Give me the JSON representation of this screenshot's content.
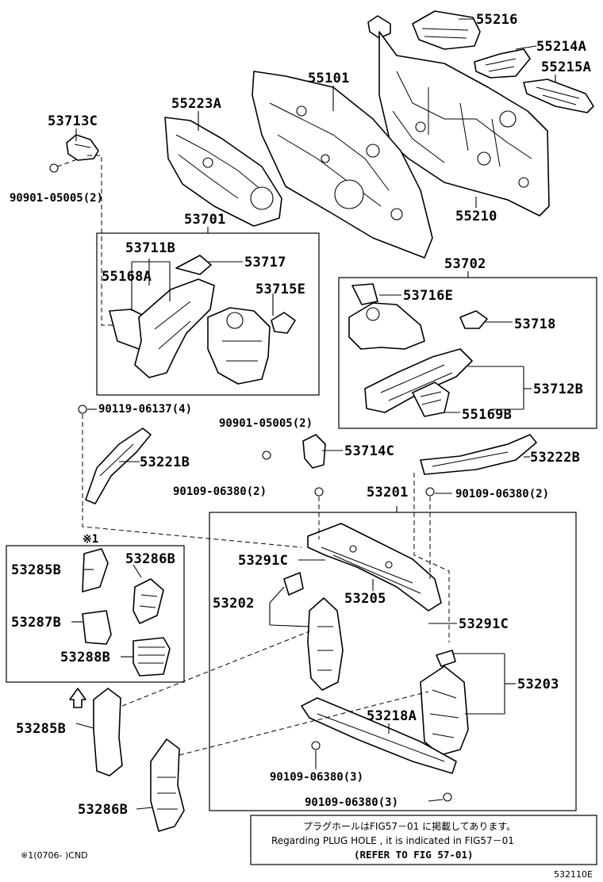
{
  "labels": {
    "p55216": "55216",
    "p55214A": "55214A",
    "p55215A": "55215A",
    "p55101": "55101",
    "p55223A": "55223A",
    "p53713C": "53713C",
    "p90901_05005_2a": "90901-05005(2)",
    "p55210": "55210",
    "p53701": "53701",
    "p53711B": "53711B",
    "p53717": "53717",
    "p55168A": "55168A",
    "p53715E": "53715E",
    "p53702": "53702",
    "p53716E": "53716E",
    "p53718": "53718",
    "p53712B": "53712B",
    "p55169B": "55169B",
    "p90119_06137_4": "90119-06137(4)",
    "p90901_05005_2b": "90901-05005(2)",
    "p53714C": "53714C",
    "p53221B": "53221B",
    "p53222B": "53222B",
    "p90109_06380_2a": "90109-06380(2)",
    "p53201": "53201",
    "p90109_06380_2b": "90109-06380(2)",
    "mark1": "※1",
    "p53285B_a": "53285B",
    "p53286B_a": "53286B",
    "p53287B": "53287B",
    "p53288B": "53288B",
    "p53291C_a": "53291C",
    "p53202": "53202",
    "p53205": "53205",
    "p53291C_b": "53291C",
    "p53203": "53203",
    "p53285B_b": "53285B",
    "p53218A": "53218A",
    "p90109_06380_3a": "90109-06380(3)",
    "p90109_06380_3b": "90109-06380(3)",
    "p53286B_b": "53286B"
  },
  "notes": {
    "jp": "プラグホールはFIG57－01 に掲載してあります。",
    "en": "Regarding  PLUG HOLE , it is indicated in  FIG57－01",
    "refer": "(REFER TO FIG 57-01)"
  },
  "footnote": "※1(0706-       )CND",
  "diagram_code": "532110E"
}
